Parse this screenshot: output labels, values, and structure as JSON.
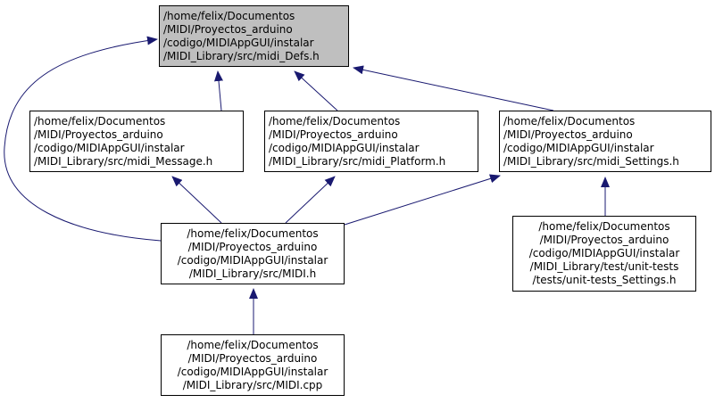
{
  "nodes": {
    "midi_defs": {
      "lines": [
        "/home/felix/Documentos",
        "/MIDI/Proyectos_arduino",
        "/codigo/MIDIAppGUI/instalar",
        "/MIDI_Library/src/midi_Defs.h"
      ],
      "highlighted": true
    },
    "midi_message": {
      "lines": [
        "/home/felix/Documentos",
        "/MIDI/Proyectos_arduino",
        "/codigo/MIDIAppGUI/instalar",
        "/MIDI_Library/src/midi_Message.h"
      ]
    },
    "midi_platform": {
      "lines": [
        "/home/felix/Documentos",
        "/MIDI/Proyectos_arduino",
        "/codigo/MIDIAppGUI/instalar",
        "/MIDI_Library/src/midi_Platform.h"
      ]
    },
    "midi_settings": {
      "lines": [
        "/home/felix/Documentos",
        "/MIDI/Proyectos_arduino",
        "/codigo/MIDIAppGUI/instalar",
        "/MIDI_Library/src/midi_Settings.h"
      ]
    },
    "midi_h": {
      "lines": [
        "/home/felix/Documentos",
        "/MIDI/Proyectos_arduino",
        "/codigo/MIDIAppGUI/instalar",
        "/MIDI_Library/src/MIDI.h"
      ]
    },
    "unit_tests": {
      "lines": [
        "/home/felix/Documentos",
        "/MIDI/Proyectos_arduino",
        "/codigo/MIDIAppGUI/instalar",
        "/MIDI_Library/test/unit-tests",
        "/tests/unit-tests_Settings.h"
      ]
    },
    "midi_cpp": {
      "lines": [
        "/home/felix/Documentos",
        "/MIDI/Proyectos_arduino",
        "/codigo/MIDIAppGUI/instalar",
        "/MIDI_Library/src/MIDI.cpp"
      ]
    }
  },
  "edges": [
    {
      "from": "midi_message",
      "to": "midi_defs"
    },
    {
      "from": "midi_platform",
      "to": "midi_defs"
    },
    {
      "from": "midi_settings",
      "to": "midi_defs"
    },
    {
      "from": "midi_h",
      "to": "midi_defs"
    },
    {
      "from": "midi_h",
      "to": "midi_message"
    },
    {
      "from": "midi_h",
      "to": "midi_platform"
    },
    {
      "from": "midi_h",
      "to": "midi_settings"
    },
    {
      "from": "unit_tests",
      "to": "midi_settings"
    },
    {
      "from": "midi_cpp",
      "to": "midi_h"
    }
  ],
  "colors": {
    "edge": "#191970",
    "node_border": "#000000",
    "highlight_fill": "#bfbfbf"
  }
}
